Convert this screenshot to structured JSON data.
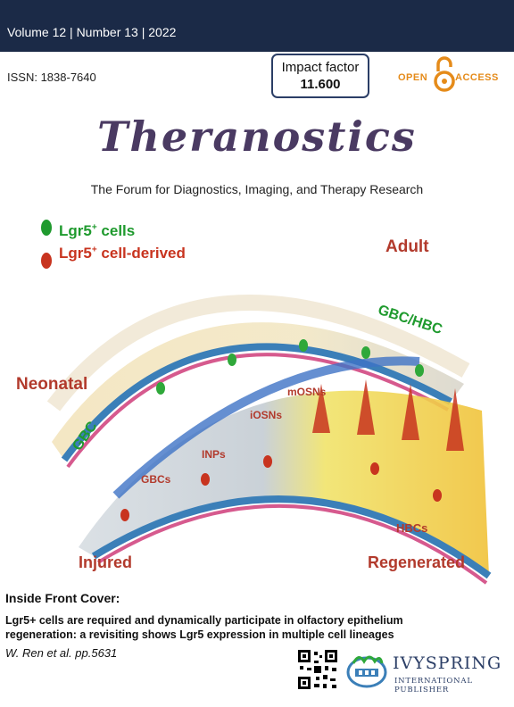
{
  "header": {
    "issue_line": "Volume 12 | Number 13 | 2022"
  },
  "issn": "ISSN: 1838-7640",
  "impact": {
    "label": "Impact factor",
    "value": "11.600"
  },
  "open_access": {
    "left": "OPEN",
    "right": "ACCESS"
  },
  "journal": {
    "title": "Theranostics",
    "subtitle": "The Forum for Diagnostics, Imaging, and Therapy Research"
  },
  "legend": {
    "lgr5_cells": "Lgr5",
    "lgr5_cells_suffix": " cells",
    "lgr5_derived": "Lgr5",
    "lgr5_derived_suffix": " cell-derived",
    "sup": "+"
  },
  "art_labels": {
    "adult": "Adult",
    "neonatal": "Neonatal",
    "gbc_hbc": "GBC/HBC",
    "gbc": "GBC",
    "mosns": "mOSNs",
    "iosns": "iOSNs",
    "inps": "INPs",
    "gbcs": "GBCs",
    "hbcs": "HBCs",
    "injured": "Injured",
    "regenerated": "Regenerated"
  },
  "cover": {
    "heading": "Inside Front Cover:",
    "caption": "Lgr5+ cells are required and dynamically participate in olfactory epithelium regeneration: a revisiting shows Lgr5 expression in multiple cell lineages",
    "authors": "W. Ren et al. pp.5631"
  },
  "publisher": {
    "name": "IVYSPRING",
    "sub": "INTERNATIONAL PUBLISHER"
  },
  "colors": {
    "navy": "#1b2a47",
    "title_purple": "#4a3a62",
    "green": "#1f9a2e",
    "red": "#c8341f",
    "orange": "#e58b1a"
  }
}
